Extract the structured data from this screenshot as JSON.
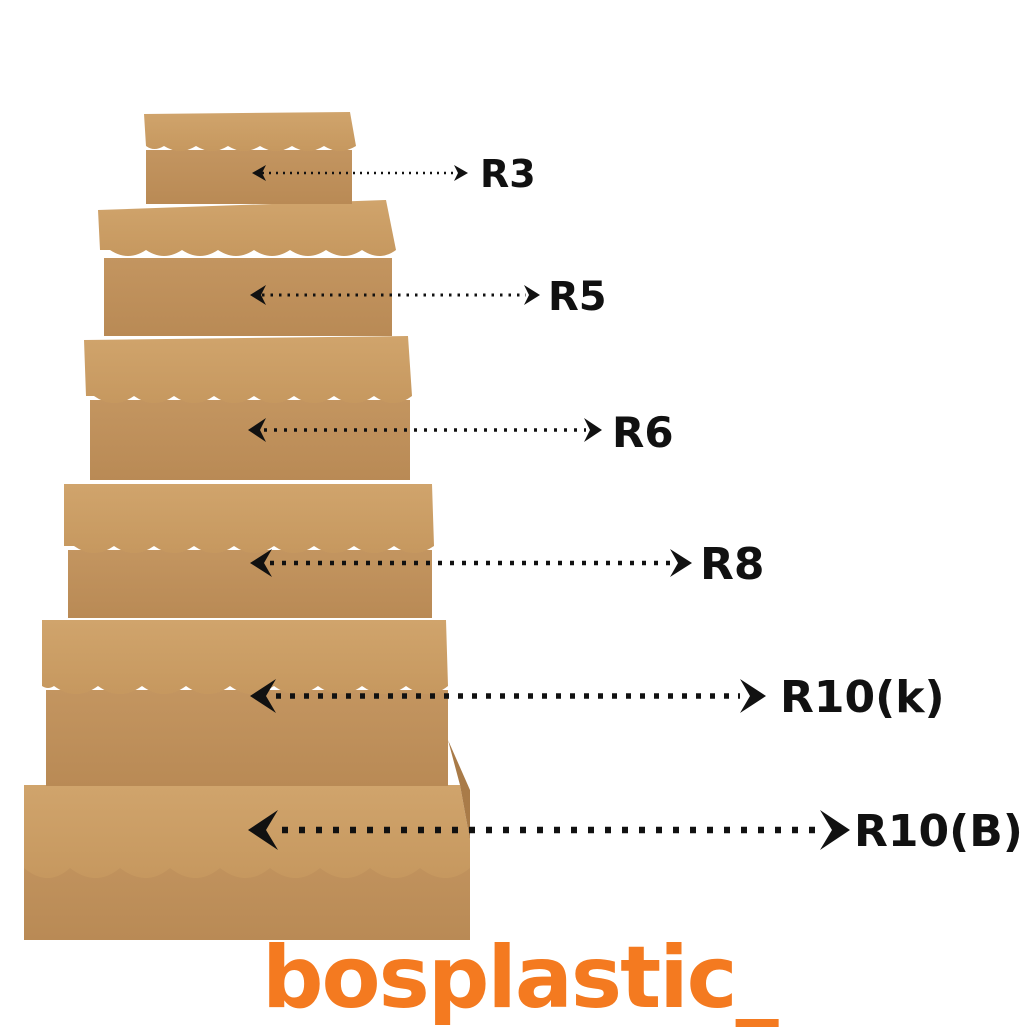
{
  "labels": {
    "r3": "R3",
    "r5": "R5",
    "r6": "R6",
    "r8": "R8",
    "r10k": "R10(k)",
    "r10b": "R10(B)"
  },
  "brand": {
    "text": "bosplastic_",
    "color": "#f47a20"
  },
  "colors": {
    "kraft": "#c89a62",
    "kraft_dark": "#b4864f",
    "kraft_light": "#d2a66d",
    "arrow": "#111111"
  }
}
